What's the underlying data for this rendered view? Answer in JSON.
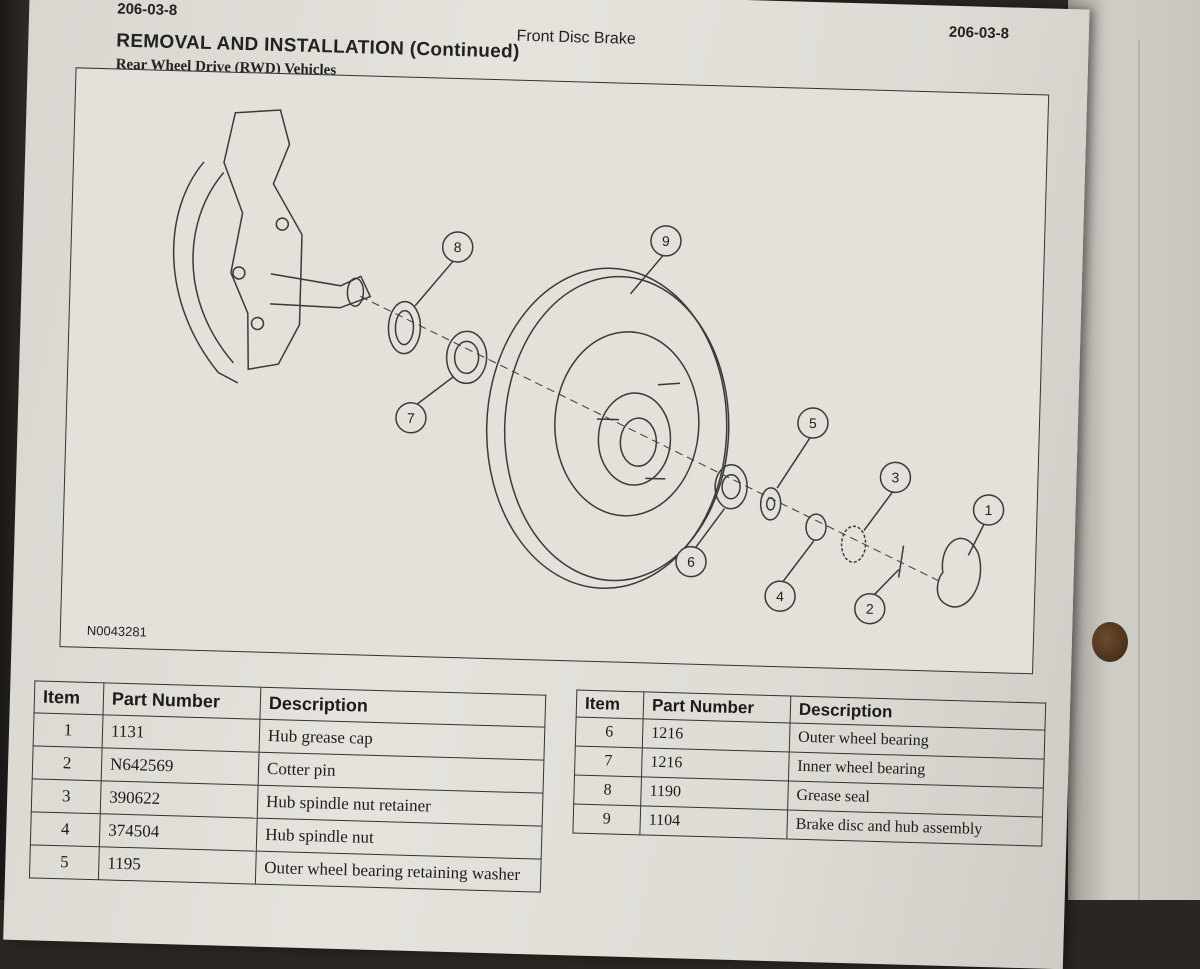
{
  "header": {
    "page_number_left": "206-03-8",
    "page_number_right": "206-03-8",
    "chapter_title": "Front Disc Brake"
  },
  "section": {
    "title": "REMOVAL AND INSTALLATION (Continued)",
    "subtitle": "Rear Wheel Drive (RWD) Vehicles"
  },
  "figure": {
    "id": "N0043281",
    "callouts": [
      "1",
      "2",
      "3",
      "4",
      "5",
      "6",
      "7",
      "8",
      "9"
    ]
  },
  "parts_table_left": {
    "headers": [
      "Item",
      "Part Number",
      "Description"
    ],
    "rows": [
      {
        "item": "1",
        "part_number": "1131",
        "description": "Hub grease cap"
      },
      {
        "item": "2",
        "part_number": "N642569",
        "description": "Cotter pin"
      },
      {
        "item": "3",
        "part_number": "390622",
        "description": "Hub spindle nut retainer"
      },
      {
        "item": "4",
        "part_number": "374504",
        "description": "Hub spindle nut"
      },
      {
        "item": "5",
        "part_number": "1195",
        "description": "Outer wheel bearing retaining washer"
      }
    ]
  },
  "parts_table_right": {
    "headers": [
      "Item",
      "Part Number",
      "Description"
    ],
    "rows": [
      {
        "item": "6",
        "part_number": "1216",
        "description": "Outer wheel bearing"
      },
      {
        "item": "7",
        "part_number": "1216",
        "description": "Inner wheel bearing"
      },
      {
        "item": "8",
        "part_number": "1190",
        "description": "Grease seal"
      },
      {
        "item": "9",
        "part_number": "1104",
        "description": "Brake disc and hub assembly"
      }
    ]
  }
}
